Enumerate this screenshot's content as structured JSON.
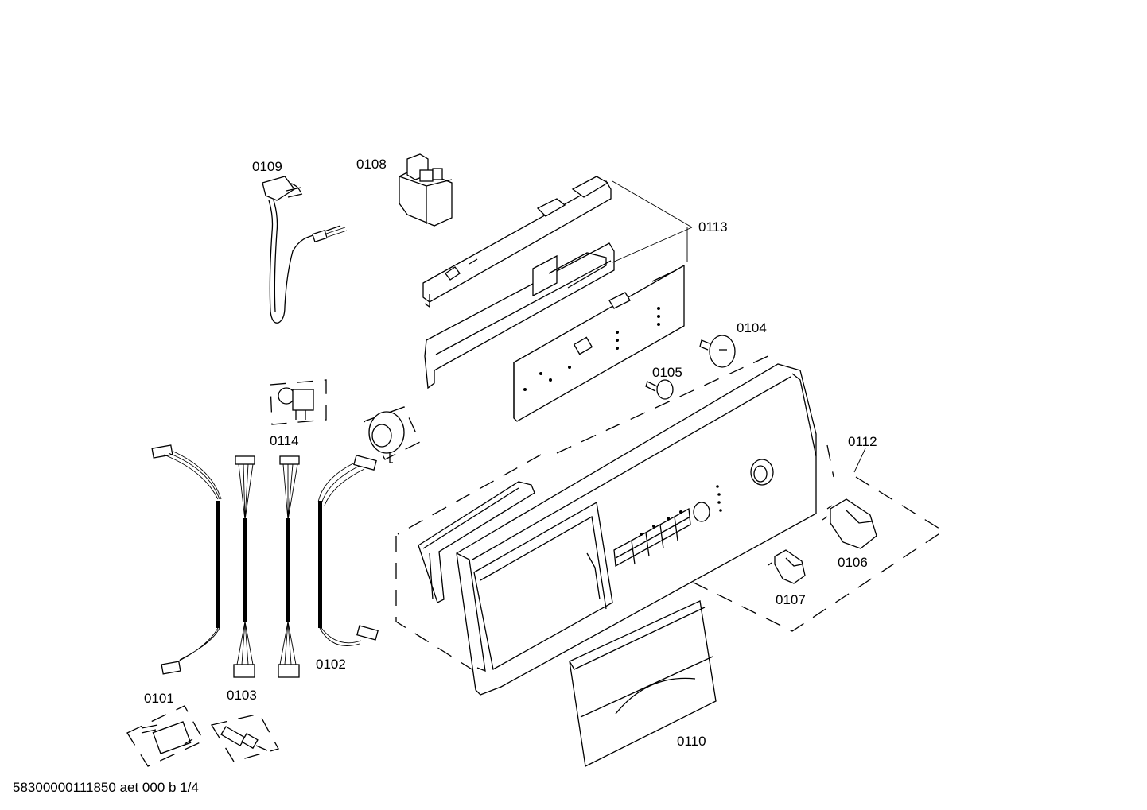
{
  "labels": {
    "p0101": "0101",
    "p0102": "0102",
    "p0103": "0103",
    "p0104": "0104",
    "p0105": "0105",
    "p0106": "0106",
    "p0107": "0107",
    "p0108": "0108",
    "p0109": "0109",
    "p0110": "0110",
    "p0112": "0112",
    "p0113": "0113",
    "p0114": "0114"
  },
  "footer": "58300000111850 aet 000 b 1/4"
}
